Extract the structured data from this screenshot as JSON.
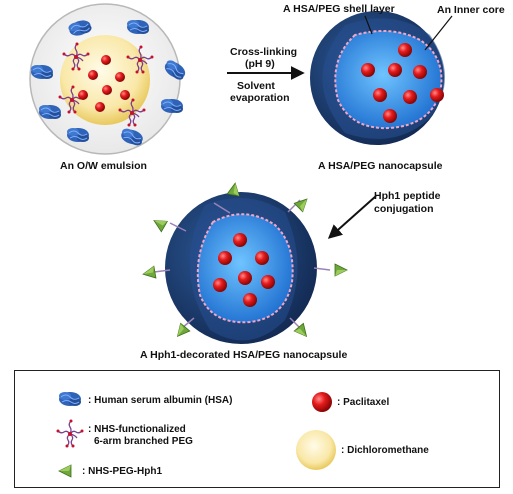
{
  "labels": {
    "shell_layer": "A HSA/PEG shell layer",
    "inner_core": "An Inner core",
    "emulsion": "An O/W emulsion",
    "nanocapsule": "A HSA/PEG nanocapsule",
    "decorated": "A Hph1-decorated HSA/PEG nanocapsule"
  },
  "steps": {
    "step1_line1": "Cross-linking",
    "step1_line2": "(pH 9)",
    "step1_line3": "Solvent",
    "step1_line4": "evaporation",
    "step2_line1": "Hph1 peptide",
    "step2_line2": "conjugation"
  },
  "legend": {
    "hsa": ": Human serum albumin (HSA)",
    "peg_line1": ": NHS-functionalized",
    "peg_line2": "6-arm branched PEG",
    "hph1": ": NHS-PEG-Hph1",
    "paclitaxel": ": Paclitaxel",
    "dcm": ": Dichloromethane"
  },
  "colors": {
    "hsa_blue": "#2f63b8",
    "shell_navy": "#1b3a6b",
    "core_blue": "#3a8fe0",
    "paclitaxel_red": "#e01818",
    "dcm_yellow": "#f7e39a",
    "peg_purple": "#7b3f8f",
    "peg_red": "#c8102e",
    "hph1_green": "#6fa83a"
  }
}
